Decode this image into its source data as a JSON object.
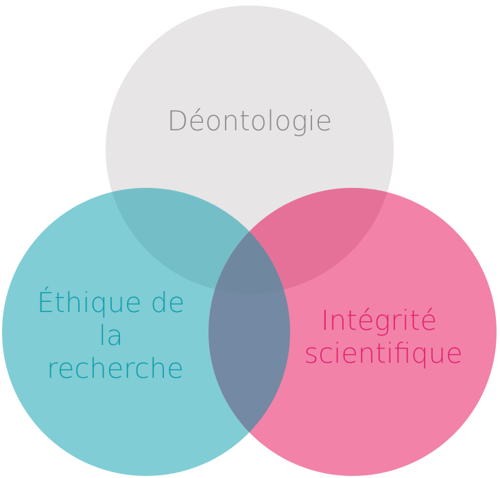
{
  "diagram": {
    "type": "venn",
    "sets": [
      {
        "id": "deontologie",
        "label_lines": [
          "Déontologie"
        ],
        "fill": "#e7e5e6",
        "text_color": "#8c8b8c"
      },
      {
        "id": "ethique",
        "label_lines": [
          "Éthique de",
          "la",
          "recherche"
        ],
        "fill": "#80cdd5",
        "text_color": "#149dac"
      },
      {
        "id": "integrite",
        "label_lines": [
          "Intégrité",
          "scientifique"
        ],
        "fill": "#f282a8",
        "text_color": "#e0246f"
      }
    ],
    "overlaps": {
      "deontologie_ethique": "#74bfc7",
      "deontologie_integrite": "#e57199",
      "ethique_integrite": "#7489a3",
      "all_three": "#6f88a0"
    }
  }
}
